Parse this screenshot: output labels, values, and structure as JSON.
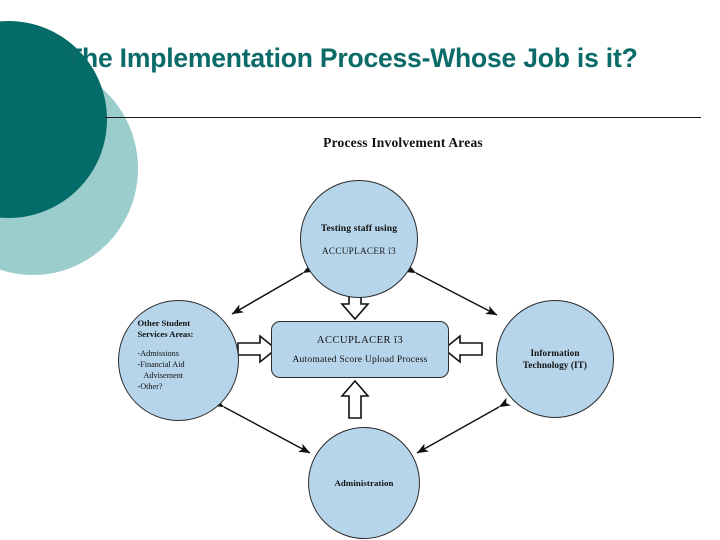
{
  "slide": {
    "title": "The Implementation Process-Whose Job is it?",
    "title_color": "#0a6b68",
    "background_color": "#ffffff",
    "decoration": {
      "dark_circle_color": "#046c68",
      "light_circle_color": "#9ccdcd"
    }
  },
  "diagram": {
    "title": "Process Involvement Areas",
    "node_fill_color": "#b6d5ea",
    "node_border_color": "#2b2b2b",
    "nodes": {
      "testing": {
        "line1": "Testing staff using",
        "line2": "ACCUPLACER î3"
      },
      "student_services": {
        "heading_line1": "Other Student",
        "heading_line2": "Services Areas:",
        "bullets": [
          "-Admissions",
          "-Financial Aid",
          "Advisement",
          "-Other?"
        ]
      },
      "information_technology": {
        "line1": "Information",
        "line2": "Technology (IT)"
      },
      "administration": {
        "label": "Administration"
      },
      "center": {
        "line1": "ACCUPLACER î3",
        "line2": "Automated Score Upload Process"
      }
    },
    "connectors": {
      "diagonal_testing_to_student_services": "double-headed-arrow",
      "diagonal_testing_to_it": "double-headed-arrow",
      "diagonal_student_services_to_admin": "double-headed-arrow",
      "diagonal_it_to_admin": "double-headed-arrow",
      "block_arrow_top": "down-block-arrow",
      "block_arrow_left": "right-block-arrow",
      "block_arrow_right": "left-block-arrow",
      "block_arrow_bottom": "up-block-arrow"
    }
  }
}
